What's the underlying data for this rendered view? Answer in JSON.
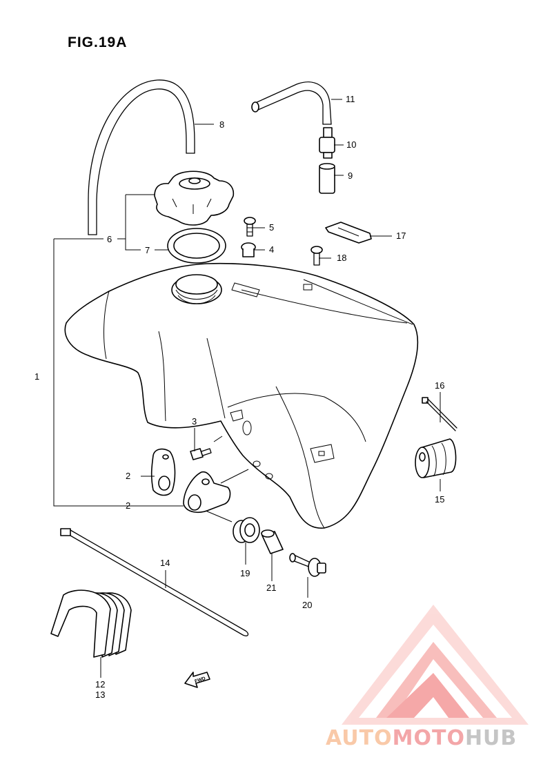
{
  "figure": {
    "title": "FIG.19A"
  },
  "callouts": [
    "1",
    "2",
    "2",
    "3",
    "4",
    "5",
    "6",
    "7",
    "8",
    "9",
    "10",
    "11",
    "12",
    "13",
    "14",
    "15",
    "16",
    "17",
    "18",
    "19",
    "20",
    "21"
  ],
  "fwd_arrow": {
    "label": "FWD"
  },
  "watermark": {
    "text_a": "AUTO",
    "text_b": "MOTO",
    "text_c": "HUB",
    "colors": {
      "auto": "#f9c9a8",
      "moto": "#f3a6a8",
      "hub": "#c5c5c5",
      "logo": "#f28b8b"
    }
  }
}
